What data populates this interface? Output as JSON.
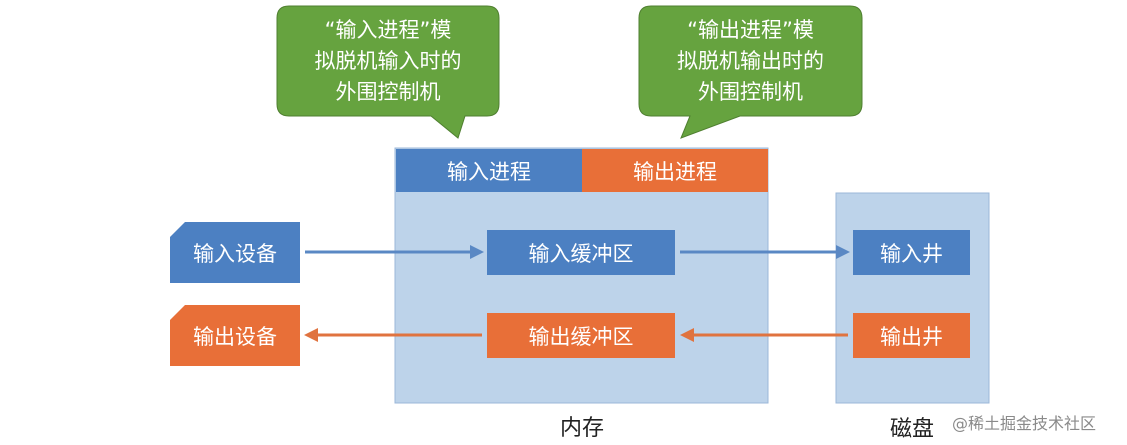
{
  "callouts": {
    "input": "“输入进程”模\n拟脱机输入时的\n外围控制机",
    "output": "“输出进程”模\n拟脱机输出时的\n外围控制机"
  },
  "memory": {
    "input_process": "输入进程",
    "output_process": "输出进程",
    "input_buffer": "输入缓冲区",
    "output_buffer": "输出缓冲区",
    "label": "内存"
  },
  "devices": {
    "input_device": "输入设备",
    "output_device": "输出设备"
  },
  "disk": {
    "input_well": "输入井",
    "output_well": "输出井",
    "label": "磁盘"
  },
  "watermark": "@稀土掘金技术社区",
  "colors": {
    "green": "#66a33f",
    "blue": "#4c80c2",
    "orange": "#e86f38",
    "panel": "#bdd3ea",
    "panel_border": "#9bb7d8"
  }
}
